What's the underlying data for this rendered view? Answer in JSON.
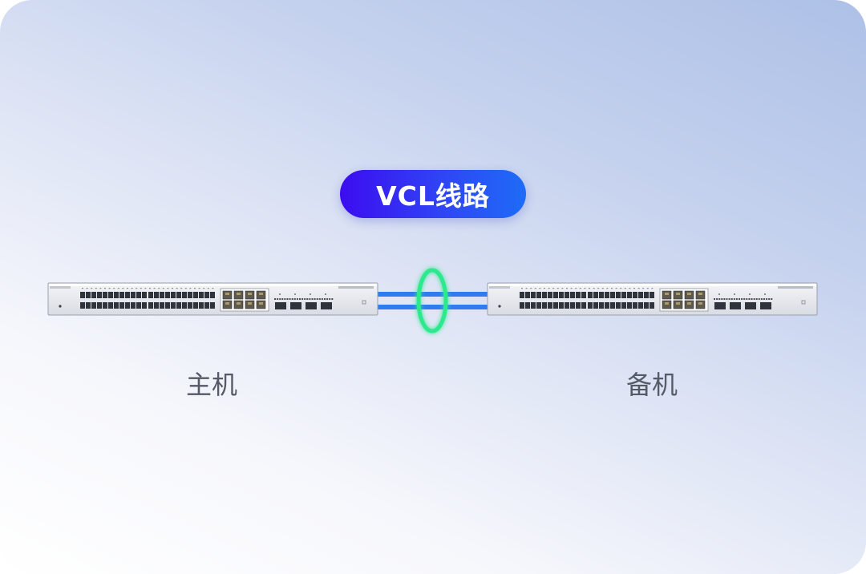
{
  "link": {
    "label": "VCL线路"
  },
  "devices": [
    {
      "role": "primary",
      "label": "主机"
    },
    {
      "role": "backup",
      "label": "备机"
    }
  ],
  "colors": {
    "link_line": "#2f7bf2",
    "link_ring": "#2ee88e",
    "pill_start": "#3c0cf0",
    "pill_end": "#1e6cf6",
    "label_text": "#555a66"
  }
}
